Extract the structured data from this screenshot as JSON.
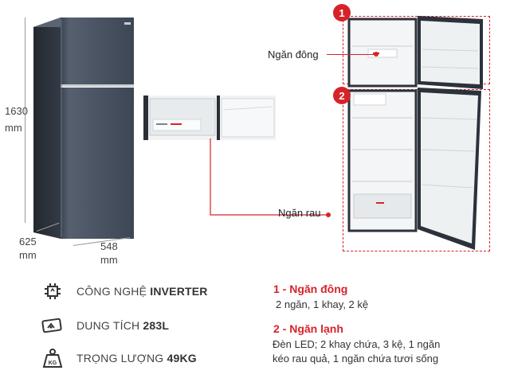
{
  "dimensions": {
    "height_value": "1630",
    "height_unit": "mm",
    "depth_value": "625",
    "depth_unit": "mm",
    "width_value": "548",
    "width_unit": "mm"
  },
  "callouts": {
    "freezer_label": "Ngăn đông",
    "crisper_label": "Ngăn rau",
    "badge_1": "1",
    "badge_2": "2"
  },
  "specs": [
    {
      "icon": "inverter-chip-icon",
      "label": "CÔNG NGHỆ ",
      "value": "INVERTER"
    },
    {
      "icon": "capacity-gauge-icon",
      "label": "DUNG TÍCH ",
      "value": "283L"
    },
    {
      "icon": "weight-kg-icon",
      "label": "TRỌNG LƯỢNG ",
      "value": "49KG"
    }
  ],
  "weight_icon_text": "KG",
  "compartments": [
    {
      "title": "1 - Ngăn đông",
      "desc_lines": [
        "2 ngăn, 1 khay, 2 kệ"
      ]
    },
    {
      "title": "2 - Ngăn lạnh",
      "desc_lines": [
        "Đèn LED; 2 khay chứa, 3 kệ, 1 ngăn",
        "kéo rau quả, 1 ngăn chứa tươi sống"
      ]
    }
  ],
  "colors": {
    "accent": "#d6232a",
    "fridge_body": "#4a5566",
    "fridge_dark": "#2c323c"
  }
}
